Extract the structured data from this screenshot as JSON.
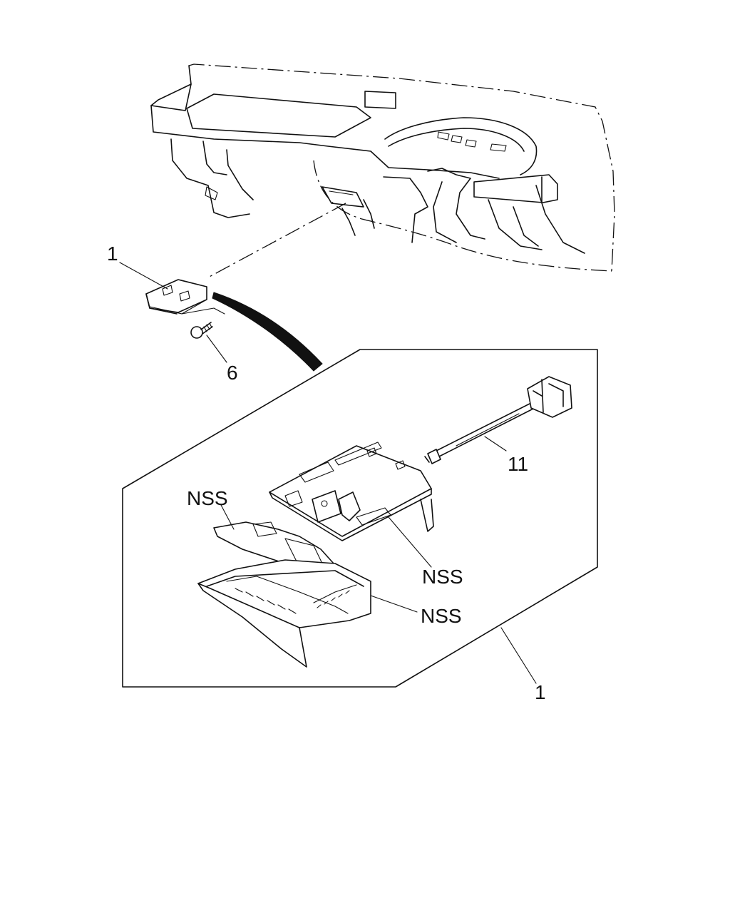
{
  "callouts": {
    "assembly_top": "1",
    "screw": "6",
    "cable": "11",
    "lid": "NSS",
    "bracket": "NSS",
    "box": "NSS",
    "assembly_bottom": "1"
  },
  "colors": {
    "line": "#111111",
    "background": "#ffffff"
  }
}
